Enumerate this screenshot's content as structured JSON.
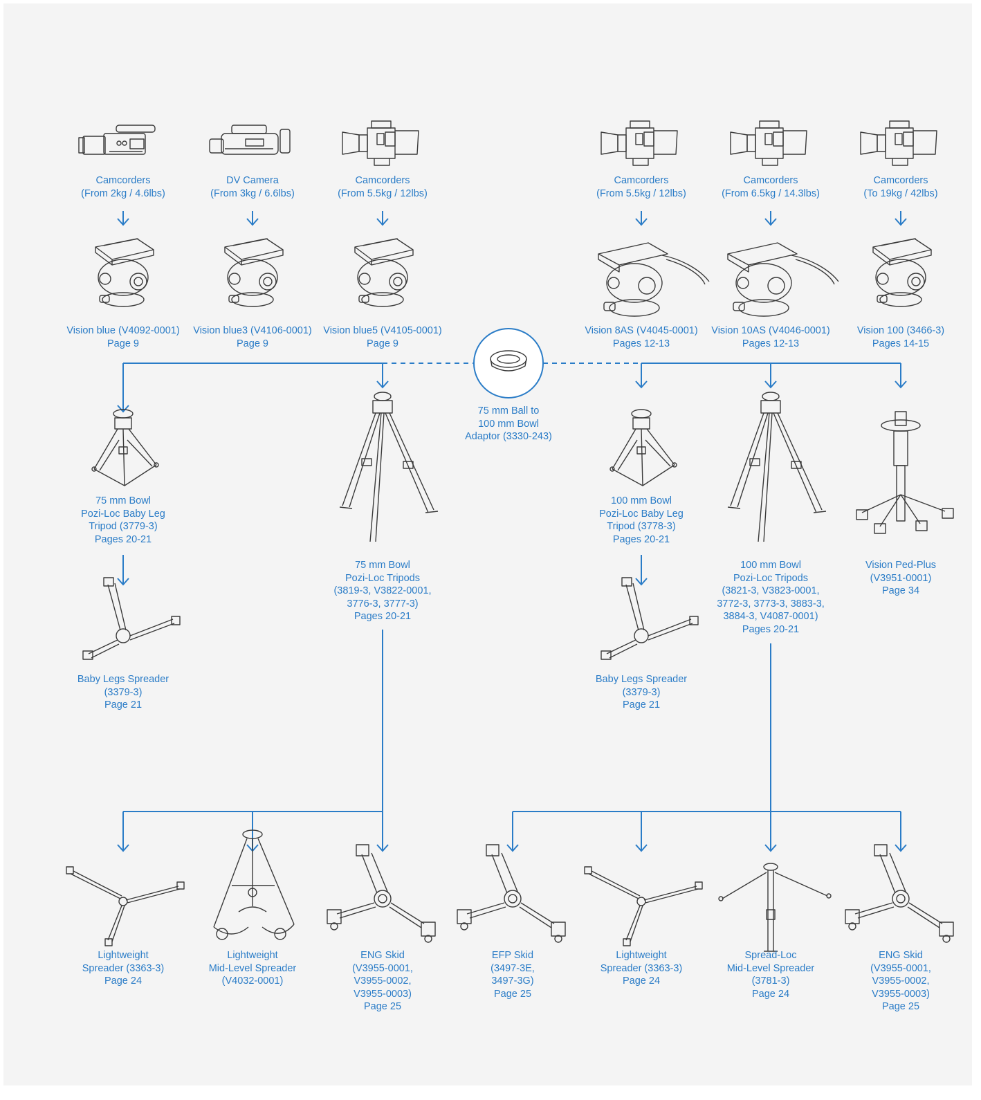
{
  "colors": {
    "accent": "#2a7cc7",
    "ink": "#3a3a3a",
    "background": "#f4f4f4"
  },
  "cameras": [
    {
      "icon": "handheld-camcorder-icon",
      "lines": [
        "Camcorders",
        "(From 2kg / 4.6lbs)"
      ]
    },
    {
      "icon": "dv-camera-icon",
      "lines": [
        "DV Camera",
        "(From 3kg / 6.6lbs)"
      ]
    },
    {
      "icon": "shoulder-camcorder-icon",
      "lines": [
        "Camcorders",
        "(From 5.5kg / 12lbs)"
      ]
    },
    {
      "icon": "shoulder-camcorder-icon",
      "lines": [
        "Camcorders",
        "(From 5.5kg / 12lbs)"
      ]
    },
    {
      "icon": "shoulder-camcorder-icon",
      "lines": [
        "Camcorders",
        "(From 6.5kg / 14.3lbs)"
      ]
    },
    {
      "icon": "shoulder-camcorder-icon",
      "lines": [
        "Camcorders",
        "(To 19kg / 42lbs)"
      ]
    }
  ],
  "heads": [
    {
      "icon": "fluid-head-icon",
      "lines": [
        "Vision blue (V4092-0001)",
        "Page 9"
      ]
    },
    {
      "icon": "fluid-head-icon",
      "lines": [
        "Vision blue3 (V4106-0001)",
        "Page 9"
      ]
    },
    {
      "icon": "fluid-head-icon",
      "lines": [
        "Vision blue5 (V4105-0001)",
        "Page 9"
      ]
    },
    {
      "icon": "fluid-head-with-pan-bar-icon",
      "lines": [
        "Vision 8AS (V4045-0001)",
        "Pages 12-13"
      ]
    },
    {
      "icon": "fluid-head-with-pan-bar-icon",
      "lines": [
        "Vision 10AS (V4046-0001)",
        "Pages 12-13"
      ]
    },
    {
      "icon": "fluid-head-icon",
      "lines": [
        "Vision 100 (3466-3)",
        "Pages 14-15"
      ]
    }
  ],
  "adaptor": {
    "icon": "bowl-adaptor-ring-icon",
    "lines": [
      "75 mm Ball to",
      "100 mm Bowl",
      "Adaptor (3330-243)"
    ]
  },
  "supports": [
    {
      "icon": "baby-leg-tripod-icon",
      "lines": [
        "75 mm Bowl",
        "Pozi-Loc Baby Leg",
        "Tripod (3779-3)",
        "Pages 20-21"
      ]
    },
    {
      "icon": "tripod-icon",
      "lines": [
        "75 mm Bowl",
        "Pozi-Loc Tripods",
        "(3819-3, V3822-0001,",
        "3776-3, 3777-3)",
        "Pages 20-21"
      ]
    },
    {
      "icon": "baby-leg-tripod-icon",
      "lines": [
        "100 mm Bowl",
        "Pozi-Loc Baby Leg",
        "Tripod (3778-3)",
        "Pages 20-21"
      ]
    },
    {
      "icon": "tripod-icon",
      "lines": [
        "100 mm Bowl",
        "Pozi-Loc Tripods",
        "(3821-3, V3823-0001,",
        "3772-3, 3773-3, 3883-3,",
        "3884-3, V4087-0001)",
        "Pages 20-21"
      ]
    },
    {
      "icon": "pedestal-icon",
      "lines": [
        "Vision Ped-Plus",
        "(V3951-0001)",
        "Page 34"
      ]
    }
  ],
  "baby_spreaders": [
    {
      "icon": "baby-legs-spreader-icon",
      "lines": [
        "Baby Legs Spreader",
        "(3379-3)",
        "Page 21"
      ]
    },
    {
      "icon": "baby-legs-spreader-icon",
      "lines": [
        "Baby Legs Spreader",
        "(3379-3)",
        "Page 21"
      ]
    }
  ],
  "accessories": [
    {
      "icon": "ground-spreader-icon",
      "lines": [
        "Lightweight",
        "Spreader (3363-3)",
        "Page 24"
      ]
    },
    {
      "icon": "mid-level-spreader-icon",
      "lines": [
        "Lightweight",
        "Mid-Level Spreader",
        "(V4032-0001)"
      ]
    },
    {
      "icon": "skid-dolly-icon",
      "lines": [
        "ENG Skid",
        "(V3955-0001,",
        "V3955-0002,",
        "V3955-0003)",
        "Page 25"
      ]
    },
    {
      "icon": "skid-dolly-icon",
      "lines": [
        "EFP Skid",
        "(3497-3E,",
        "3497-3G)",
        "Page 25"
      ]
    },
    {
      "icon": "ground-spreader-icon",
      "lines": [
        "Lightweight",
        "Spreader (3363-3)",
        "Page 24"
      ]
    },
    {
      "icon": "spread-loc-spreader-icon",
      "lines": [
        "Spread-Loc",
        "Mid-Level Spreader",
        "(3781-3)",
        "Page 24"
      ]
    },
    {
      "icon": "skid-dolly-icon",
      "lines": [
        "ENG Skid",
        "(V3955-0001,",
        "V3955-0002,",
        "V3955-0003)",
        "Page 25"
      ]
    }
  ]
}
